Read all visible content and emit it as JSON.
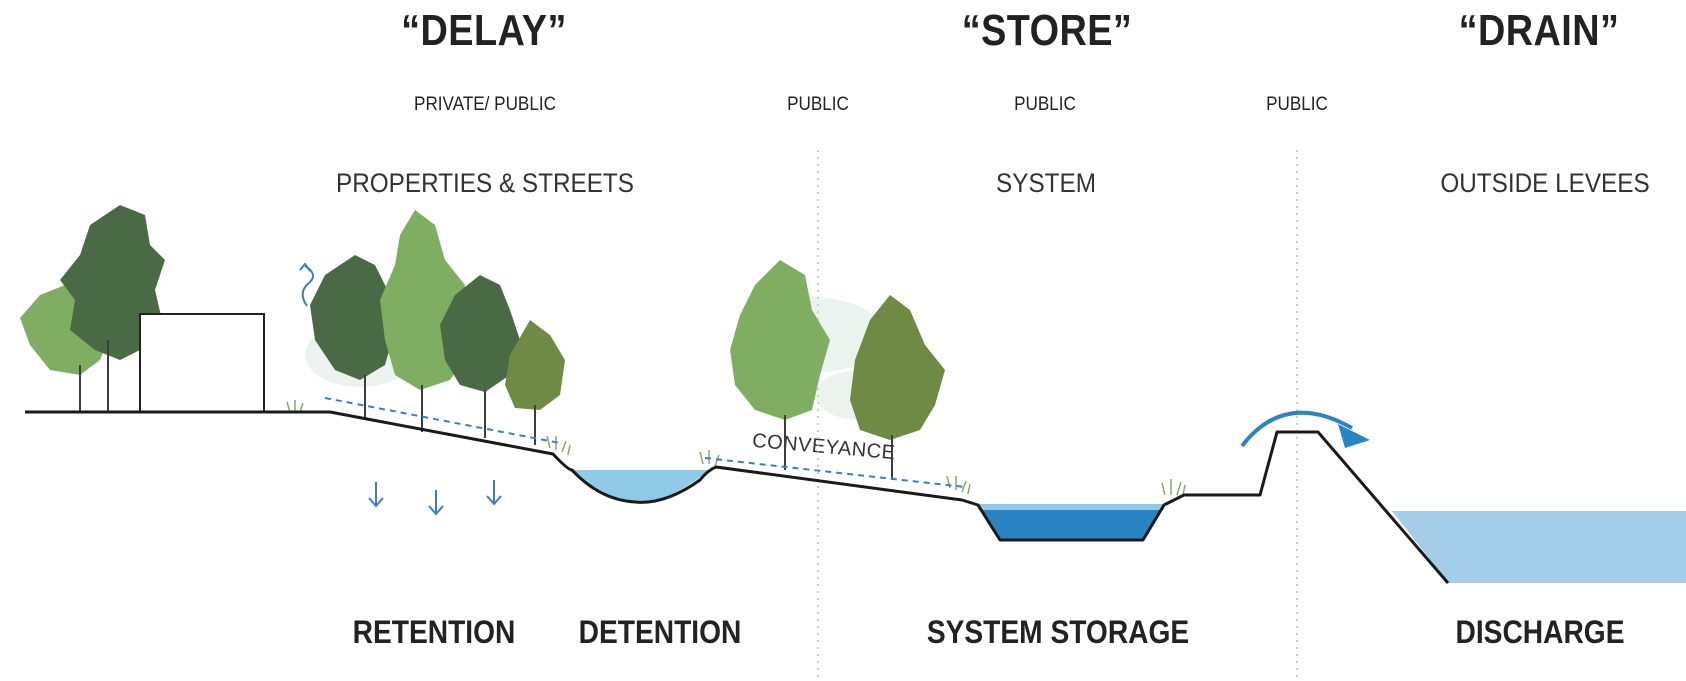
{
  "phases": {
    "delay": "“DELAY”",
    "store": "“STORE”",
    "drain": "“DRAIN”"
  },
  "ownership": {
    "private_public": "PRIVATE/ PUBLIC",
    "public_1": "PUBLIC",
    "public_2": "PUBLIC",
    "public_3": "PUBLIC"
  },
  "zones": {
    "properties_streets": "PROPERTIES & STREETS",
    "system": "SYSTEM",
    "outside_levees": "OUTSIDE LEVEES"
  },
  "conveyance": "CONVEYANCE",
  "strategies": {
    "retention": "RETENTION",
    "detention": "DETENTION",
    "system_storage": "SYSTEM STORAGE",
    "discharge": "DISCHARGE"
  },
  "colors": {
    "ground_line": "#1a1a1a",
    "pond_water": "#8fcbe6",
    "channel_water": "#2a84c4",
    "river_water": "#a3cde8",
    "tree_dark": "#4a6a46",
    "tree_mid": "#6a9a55",
    "tree_light": "#7fae62",
    "tree_olive": "#6f8a45",
    "arrow_blue": "#3a7fc1"
  },
  "icons": [
    "down-arrow-icon",
    "curved-arrow-icon",
    "overflow-arrow-icon"
  ]
}
